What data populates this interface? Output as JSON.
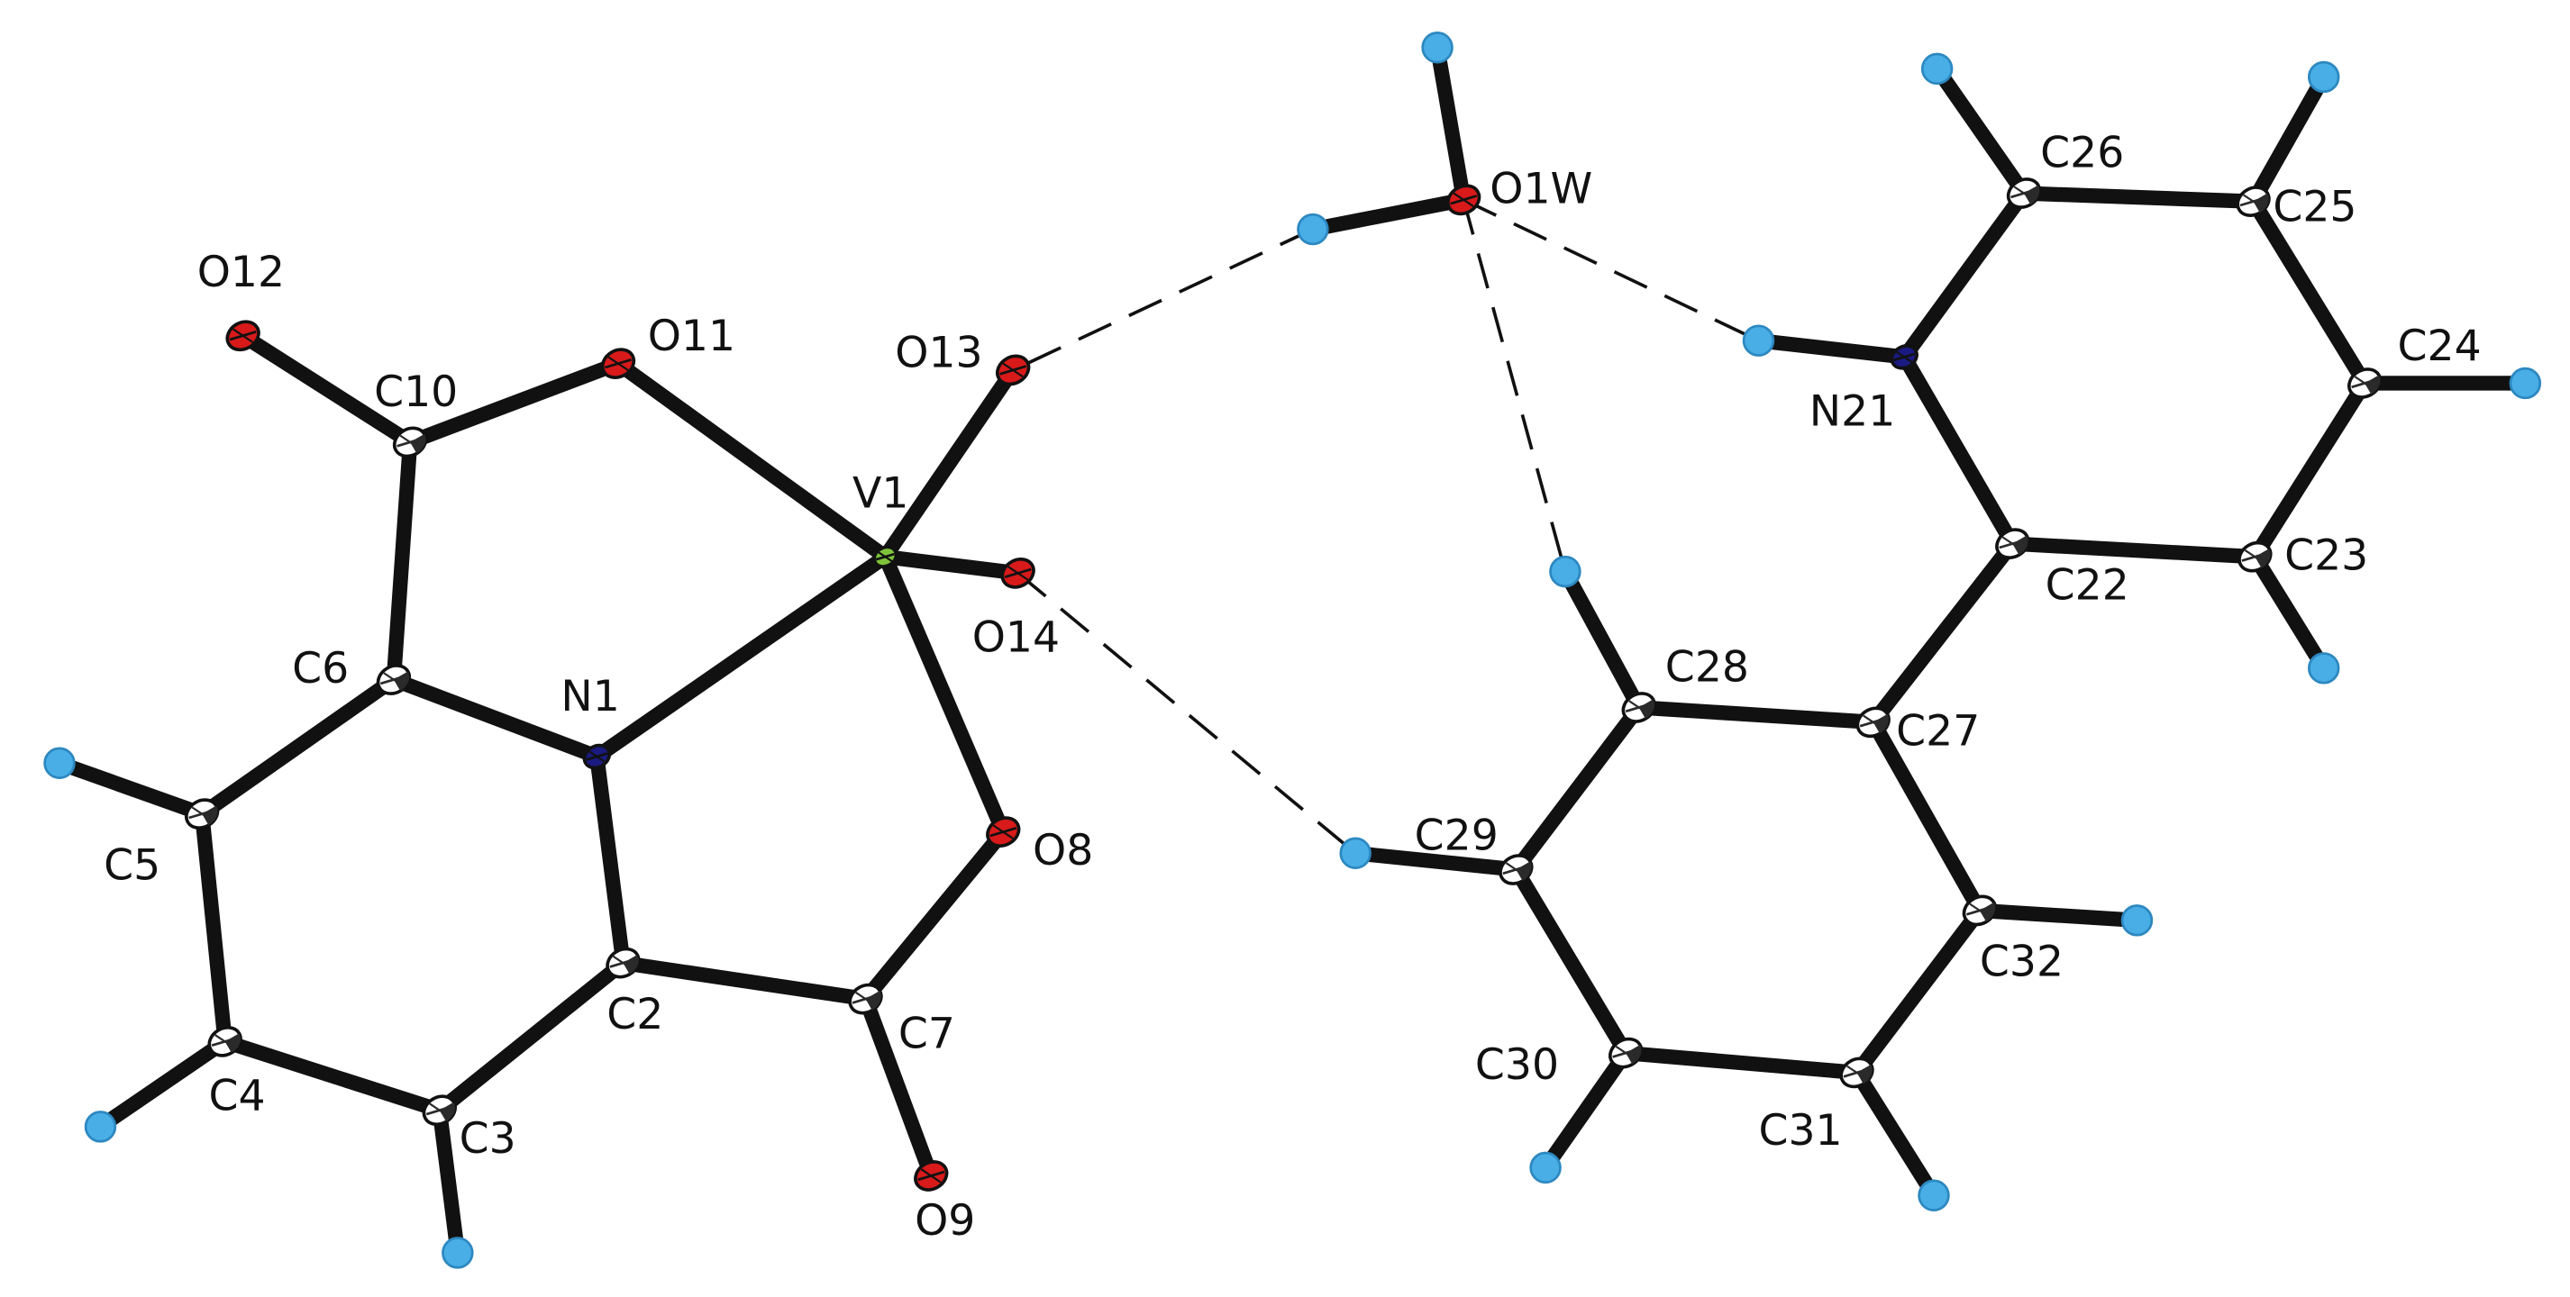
{
  "colors": {
    "bond": "#111111",
    "carbon": "#2a2a2a",
    "oxygen": "#d81a1a",
    "nitrogen": "#1a1a80",
    "vanadium": "#7ec23a",
    "hydrogen": "#49aee6"
  },
  "atoms": [
    {
      "id": "O12",
      "el": "O",
      "label": "O12"
    },
    {
      "id": "C10",
      "el": "C",
      "label": "C10"
    },
    {
      "id": "O11",
      "el": "O",
      "label": "O11"
    },
    {
      "id": "V1",
      "el": "V",
      "label": "V1"
    },
    {
      "id": "O13",
      "el": "O",
      "label": "O13"
    },
    {
      "id": "O14",
      "el": "O",
      "label": "O14"
    },
    {
      "id": "C6",
      "el": "C",
      "label": "C6"
    },
    {
      "id": "N1",
      "el": "N",
      "label": "N1"
    },
    {
      "id": "C5",
      "el": "C",
      "label": "C5"
    },
    {
      "id": "C4",
      "el": "C",
      "label": "C4"
    },
    {
      "id": "C3",
      "el": "C",
      "label": "C3"
    },
    {
      "id": "C2",
      "el": "C",
      "label": "C2"
    },
    {
      "id": "C7",
      "el": "C",
      "label": "C7"
    },
    {
      "id": "O8",
      "el": "O",
      "label": "O8"
    },
    {
      "id": "O9",
      "el": "O",
      "label": "O9"
    },
    {
      "id": "O1W",
      "el": "O",
      "label": "O1W"
    },
    {
      "id": "N21",
      "el": "N",
      "label": "N21"
    },
    {
      "id": "C26",
      "el": "C",
      "label": "C26"
    },
    {
      "id": "C25",
      "el": "C",
      "label": "C25"
    },
    {
      "id": "C24",
      "el": "C",
      "label": "C24"
    },
    {
      "id": "C23",
      "el": "C",
      "label": "C23"
    },
    {
      "id": "C22",
      "el": "C",
      "label": "C22"
    },
    {
      "id": "C27",
      "el": "C",
      "label": "C27"
    },
    {
      "id": "C28",
      "el": "C",
      "label": "C28"
    },
    {
      "id": "C29",
      "el": "C",
      "label": "C29"
    },
    {
      "id": "C30",
      "el": "C",
      "label": "C30"
    },
    {
      "id": "C31",
      "el": "C",
      "label": "C31"
    },
    {
      "id": "C32",
      "el": "C",
      "label": "C32"
    },
    {
      "id": "H5",
      "el": "H",
      "label": ""
    },
    {
      "id": "H4",
      "el": "H",
      "label": ""
    },
    {
      "id": "H3",
      "el": "H",
      "label": ""
    },
    {
      "id": "H1WA",
      "el": "H",
      "label": ""
    },
    {
      "id": "H1WB",
      "el": "H",
      "label": ""
    },
    {
      "id": "H21",
      "el": "H",
      "label": ""
    },
    {
      "id": "H26",
      "el": "H",
      "label": ""
    },
    {
      "id": "H25",
      "el": "H",
      "label": ""
    },
    {
      "id": "H24",
      "el": "H",
      "label": ""
    },
    {
      "id": "H23",
      "el": "H",
      "label": ""
    },
    {
      "id": "H28",
      "el": "H",
      "label": ""
    },
    {
      "id": "H29",
      "el": "H",
      "label": ""
    },
    {
      "id": "H30",
      "el": "H",
      "label": ""
    },
    {
      "id": "H31",
      "el": "H",
      "label": ""
    },
    {
      "id": "H32",
      "el": "H",
      "label": ""
    }
  ],
  "bonds": [
    [
      "O12",
      "C10"
    ],
    [
      "C10",
      "O11"
    ],
    [
      "O11",
      "V1"
    ],
    [
      "V1",
      "O13"
    ],
    [
      "V1",
      "O14"
    ],
    [
      "C10",
      "C6"
    ],
    [
      "C6",
      "N1"
    ],
    [
      "N1",
      "V1"
    ],
    [
      "C6",
      "C5"
    ],
    [
      "C5",
      "C4"
    ],
    [
      "C4",
      "C3"
    ],
    [
      "C3",
      "C2"
    ],
    [
      "C2",
      "N1"
    ],
    [
      "C2",
      "C7"
    ],
    [
      "C7",
      "O8"
    ],
    [
      "O8",
      "V1"
    ],
    [
      "C7",
      "O9"
    ],
    [
      "C5",
      "H5"
    ],
    [
      "C4",
      "H4"
    ],
    [
      "C3",
      "H3"
    ],
    [
      "O1W",
      "H1WA"
    ],
    [
      "O1W",
      "H1WB"
    ],
    [
      "N21",
      "H21"
    ],
    [
      "N21",
      "C26"
    ],
    [
      "C26",
      "C25"
    ],
    [
      "C25",
      "C24"
    ],
    [
      "C24",
      "C23"
    ],
    [
      "C23",
      "C22"
    ],
    [
      "C22",
      "N21"
    ],
    [
      "C22",
      "C27"
    ],
    [
      "C27",
      "C28"
    ],
    [
      "C28",
      "C29"
    ],
    [
      "C29",
      "C30"
    ],
    [
      "C30",
      "C31"
    ],
    [
      "C31",
      "C32"
    ],
    [
      "C32",
      "C27"
    ],
    [
      "C26",
      "H26"
    ],
    [
      "C25",
      "H25"
    ],
    [
      "C24",
      "H24"
    ],
    [
      "C23",
      "H23"
    ],
    [
      "C28",
      "H28"
    ],
    [
      "C29",
      "H29"
    ],
    [
      "C30",
      "H30"
    ],
    [
      "C31",
      "H31"
    ],
    [
      "C32",
      "H32"
    ]
  ],
  "hbonds": [
    [
      "H1WA",
      "O13"
    ],
    [
      "O1W",
      "H21"
    ],
    [
      "O1W",
      "H28"
    ],
    [
      "O14",
      "H29"
    ]
  ]
}
